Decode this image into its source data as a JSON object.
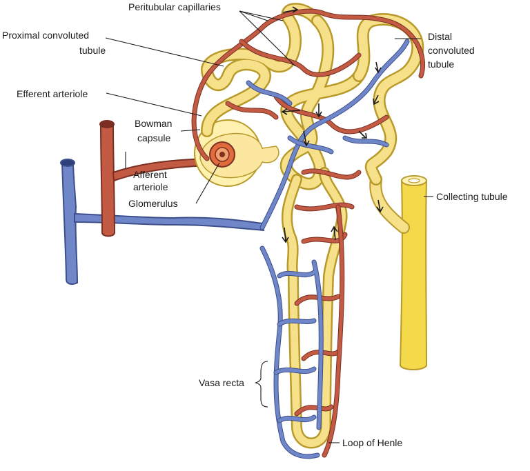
{
  "labels": {
    "peritubular": "Peritubular capillaries",
    "proximal_1": "Proximal convoluted",
    "proximal_2": "tubule",
    "distal_1": "Distal",
    "distal_2": "convoluted",
    "distal_3": "tubule",
    "efferent": "Efferent arteriole",
    "bowman_1": "Bowman",
    "bowman_2": "capsule",
    "afferent_1": "Afferent",
    "afferent_2": "arteriole",
    "glomerulus": "Glomerulus",
    "collecting": "Collecting tubule",
    "vasa_recta": "Vasa recta",
    "loop_henle": "Loop of Henle"
  },
  "colors": {
    "artery": "#c35a43",
    "vein": "#6f86c8",
    "tubule": "#f7e08a",
    "tubule_outline": "#b89a2a",
    "label_text": "#1a1a1a"
  }
}
